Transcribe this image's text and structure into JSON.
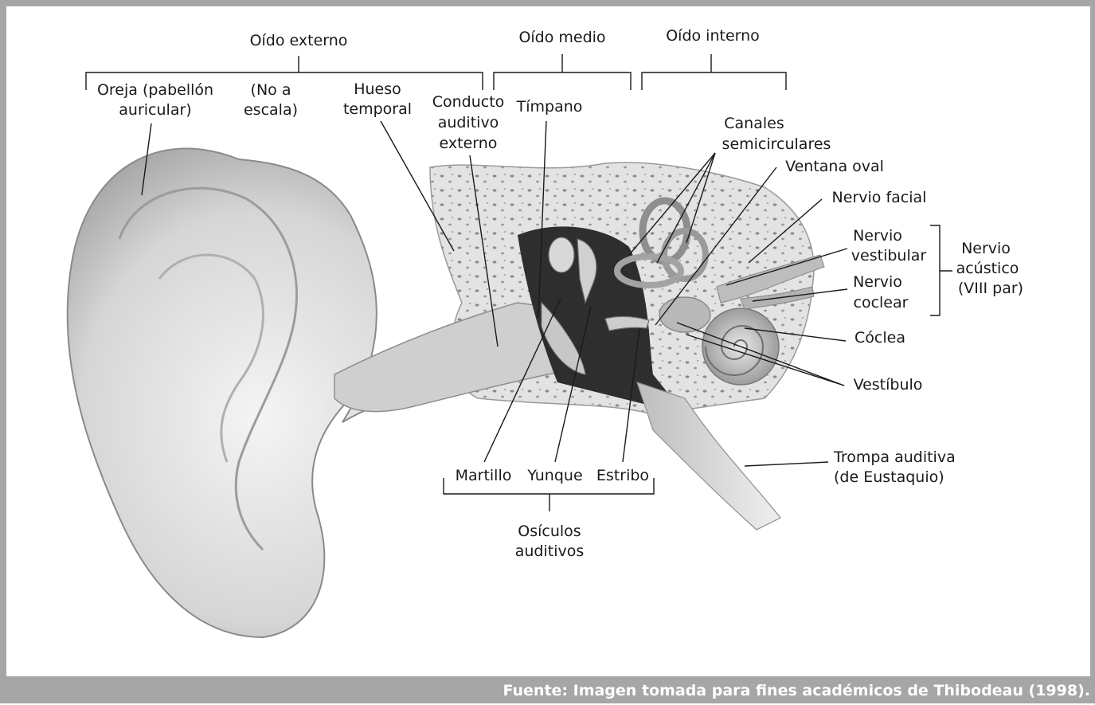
{
  "groups": {
    "outer_ear": "Oído externo",
    "middle_ear": "Oído medio",
    "inner_ear": "Oído interno",
    "ossicles": [
      "Osículos",
      "auditivos"
    ]
  },
  "labels": {
    "auricle": [
      "Oreja (pabellón",
      "auricular)"
    ],
    "not_to_scale": [
      "(No a",
      "escala)"
    ],
    "temporal_bone": [
      "Hueso",
      "temporal"
    ],
    "ear_canal": [
      "Conducto",
      "auditivo",
      "externo"
    ],
    "eardrum": "Tímpano",
    "semicircular_canals": [
      "Canales",
      "semicirculares"
    ],
    "oval_window": "Ventana oval",
    "facial_nerve": "Nervio facial",
    "vestibular_nerve": [
      "Nervio",
      "vestibular"
    ],
    "cochlear_nerve": [
      "Nervio",
      "coclear"
    ],
    "acoustic_nerve": [
      "Nervio",
      "acústico",
      "(VIII par)"
    ],
    "cochlea": "Cóclea",
    "vestibule": "Vestíbulo",
    "eustachian_tube": [
      "Trompa auditiva",
      "(de Eustaquio)"
    ],
    "malleus": "Martillo",
    "incus": "Yunque",
    "stapes": "Estribo"
  },
  "footer": {
    "source": "Fuente: Imagen tomada para fines académicos de Thibodeau (1998)."
  },
  "colors": {
    "frame": "#a6a6a6",
    "line": "#1a1a1a",
    "canal_dark": "#2a2a2a",
    "bone": "#dcdcdc"
  }
}
